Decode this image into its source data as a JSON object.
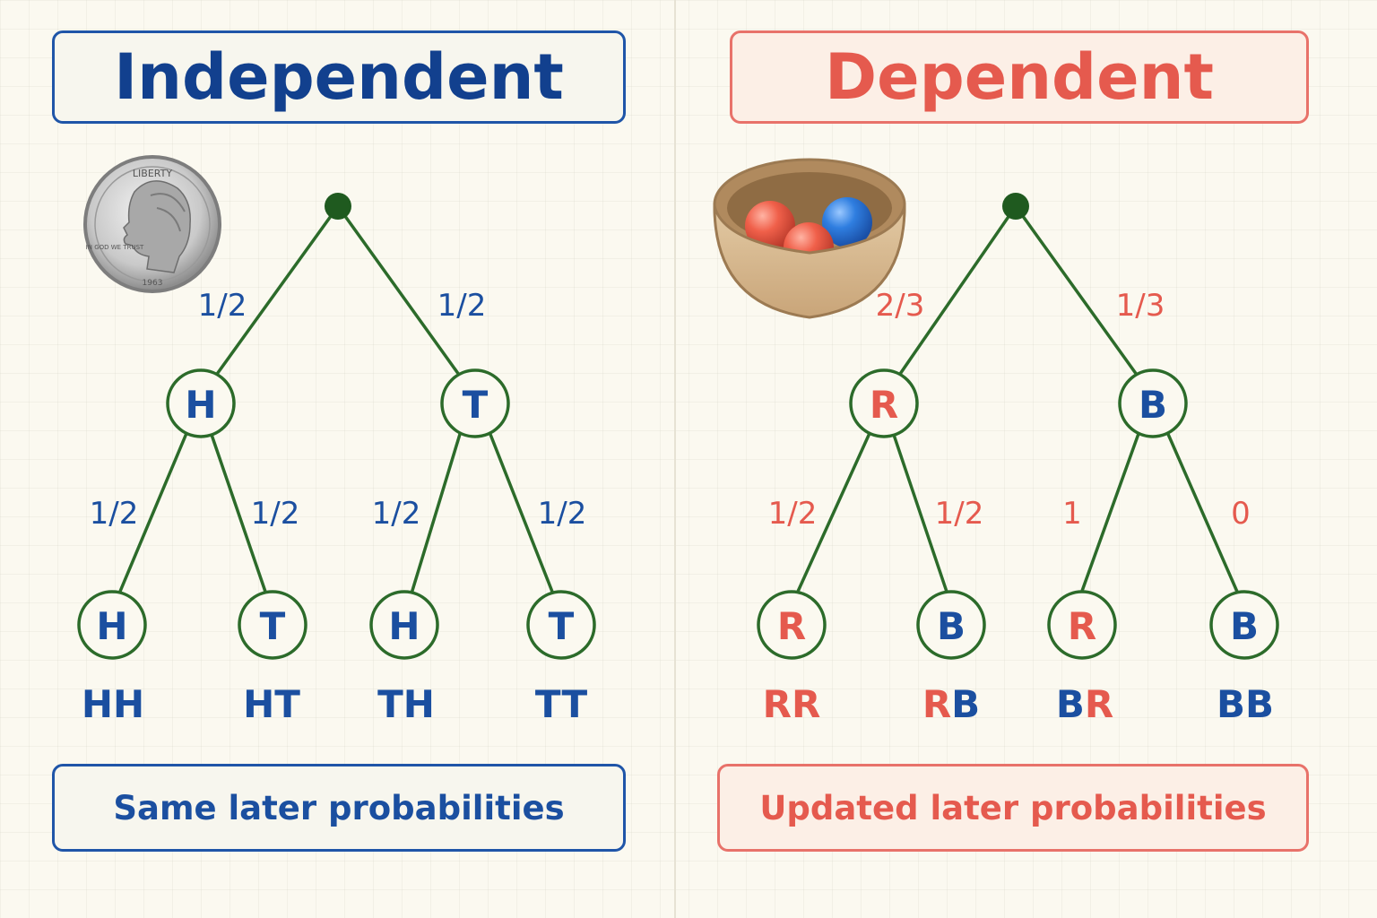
{
  "independent": {
    "title": "Independent",
    "summary": "Same later probabilities",
    "coin_text_top": "LIBERTY",
    "coin_text_motto": "IN GOD WE TRUST",
    "coin_text_year": "1963",
    "first_level": [
      {
        "prob": "1/2",
        "letter": "H"
      },
      {
        "prob": "1/2",
        "letter": "T"
      }
    ],
    "second_level": [
      {
        "prob": "1/2",
        "letter": "H",
        "outcome": "HH"
      },
      {
        "prob": "1/2",
        "letter": "T",
        "outcome": "HT"
      },
      {
        "prob": "1/2",
        "letter": "H",
        "outcome": "TH"
      },
      {
        "prob": "1/2",
        "letter": "T",
        "outcome": "TT"
      }
    ]
  },
  "dependent": {
    "title": "Dependent",
    "summary": "Updated later probabilities",
    "first_level": [
      {
        "prob": "2/3",
        "letter": "R"
      },
      {
        "prob": "1/3",
        "letter": "B"
      }
    ],
    "second_level": [
      {
        "prob": "1/2",
        "letter": "R",
        "outcome_1": "R",
        "outcome_2": "R"
      },
      {
        "prob": "1/2",
        "letter": "B",
        "outcome_1": "R",
        "outcome_2": "B"
      },
      {
        "prob": "1",
        "letter": "R",
        "outcome_1": "B",
        "outcome_2": "R"
      },
      {
        "prob": "0",
        "letter": "B",
        "outcome_1": "B",
        "outcome_2": "B"
      }
    ]
  },
  "colors": {
    "blue": "#1b4fa0",
    "dark_blue": "#12408e",
    "red": "#e55a4e",
    "green": "#2c6b2a",
    "root": "#1f5a1f"
  }
}
